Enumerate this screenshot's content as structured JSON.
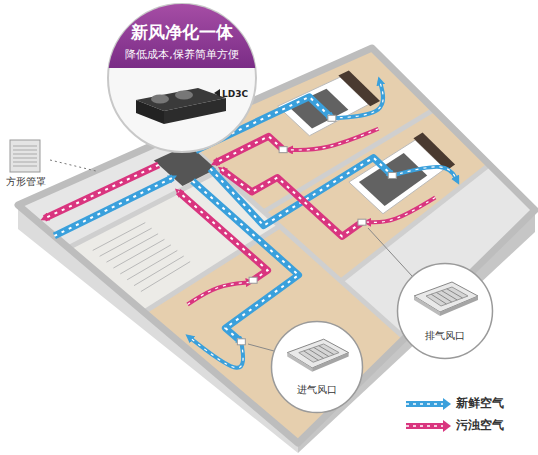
{
  "diagram": {
    "nodes": [
      {
        "text": [
          "新风净化一体",
          "降低成本,保养简单方便"
        ]
      },
      {
        "text": [
          "方形管罩"
        ]
      },
      {
        "text": [
          "排气风口"
        ]
      },
      {
        "text": [
          "进气风口"
        ]
      }
    ],
    "labels": [
      "LD3C"
    ],
    "legend": [
      {
        "text": "新鲜空气"
      },
      {
        "text": "污浊空气"
      }
    ]
  }
}
